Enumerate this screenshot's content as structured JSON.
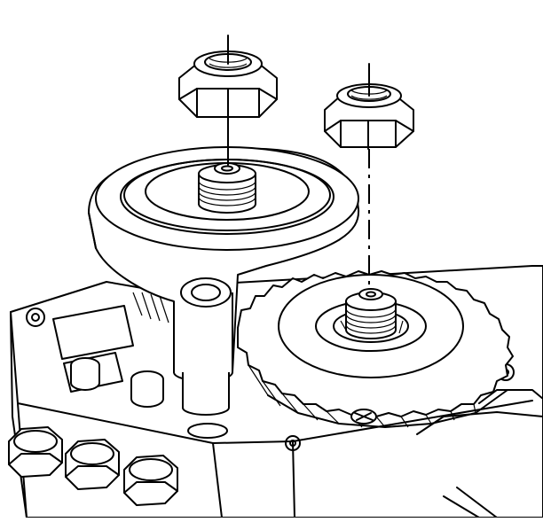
{
  "figure": {
    "subject": "transmission-gear-and-nut-installation",
    "line_color": "#000000",
    "background": "#ffffff",
    "parts": [
      "nut-left",
      "nut-right",
      "upper-bearing-housing",
      "helical-gear",
      "case-housing",
      "bolt-1",
      "bolt-2",
      "bolt-3"
    ]
  }
}
